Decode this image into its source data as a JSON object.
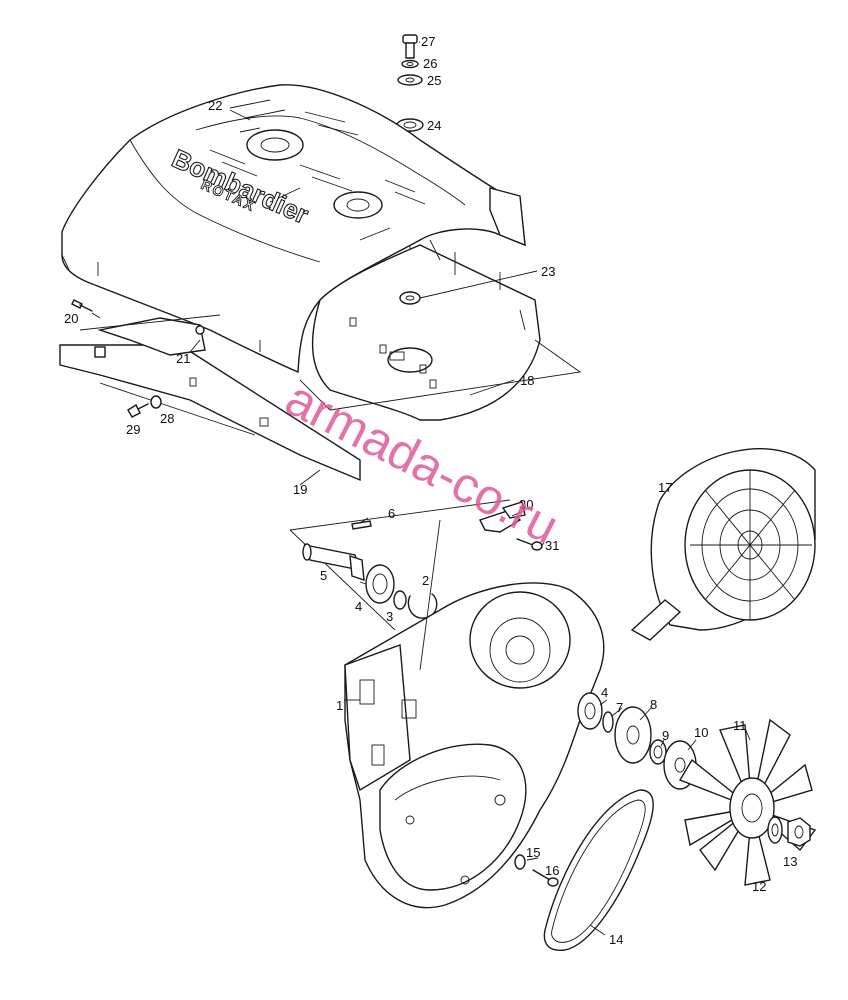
{
  "brand": {
    "line1": "Bombardier",
    "line2": "ROTAX"
  },
  "watermark": "armada-co.ru",
  "callouts": [
    {
      "id": "c1",
      "text": "1"
    },
    {
      "id": "c2",
      "text": "2"
    },
    {
      "id": "c3",
      "text": "3"
    },
    {
      "id": "c4a",
      "text": "4"
    },
    {
      "id": "c4b",
      "text": "4"
    },
    {
      "id": "c5",
      "text": "5"
    },
    {
      "id": "c6",
      "text": "6"
    },
    {
      "id": "c7",
      "text": "7"
    },
    {
      "id": "c8",
      "text": "8"
    },
    {
      "id": "c9",
      "text": "9"
    },
    {
      "id": "c10",
      "text": "10"
    },
    {
      "id": "c11",
      "text": "11"
    },
    {
      "id": "c12",
      "text": "12"
    },
    {
      "id": "c13",
      "text": "13"
    },
    {
      "id": "c14",
      "text": "14"
    },
    {
      "id": "c15",
      "text": "15"
    },
    {
      "id": "c16",
      "text": "16"
    },
    {
      "id": "c17",
      "text": "17"
    },
    {
      "id": "c18",
      "text": "18"
    },
    {
      "id": "c19",
      "text": "19"
    },
    {
      "id": "c20",
      "text": "20"
    },
    {
      "id": "c21",
      "text": "21"
    },
    {
      "id": "c22",
      "text": "22"
    },
    {
      "id": "c23",
      "text": "23"
    },
    {
      "id": "c24",
      "text": "24"
    },
    {
      "id": "c25",
      "text": "25"
    },
    {
      "id": "c26",
      "text": "26"
    },
    {
      "id": "c27",
      "text": "27"
    },
    {
      "id": "c28",
      "text": "28"
    },
    {
      "id": "c29",
      "text": "29"
    },
    {
      "id": "c30",
      "text": "30"
    },
    {
      "id": "c31",
      "text": "31"
    }
  ]
}
